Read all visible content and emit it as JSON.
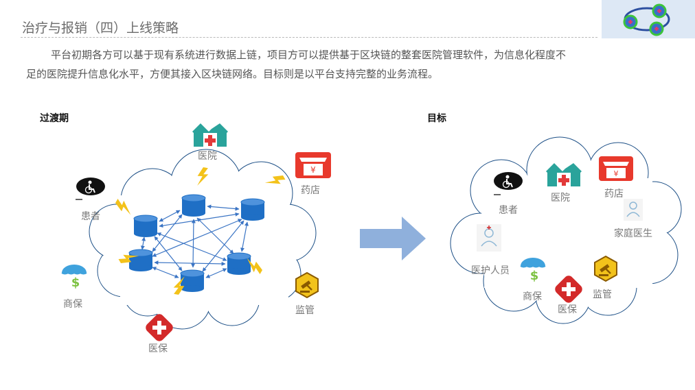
{
  "slide": {
    "title": "治疗与报销（四）上线策略",
    "intro_line1": "平台初期各方可以基于现有系统进行数据上链，项目方可以提供基于区块链的整套医院管理软件，为信息化程度不",
    "intro_line2": "足的医院提升信息化水平，方便其接入区块链网络。目标则是以平台支持完整的业务流程。"
  },
  "transition": {
    "heading": "过渡期",
    "parties": {
      "hospital": "医院",
      "pharmacy": "药店",
      "patient": "患者",
      "commercial_insurance": "商保",
      "regulator": "监管",
      "medical_insurance": "医保"
    }
  },
  "target": {
    "heading": "目标",
    "parties": {
      "patient": "患者",
      "hospital": "医院",
      "pharmacy": "药店",
      "family_doctor": "家庭医生",
      "medical_staff": "医护人员",
      "commercial_insurance": "商保",
      "medical_insurance": "医保",
      "regulator": "监管"
    }
  },
  "colors": {
    "hospital": "#2aa39b",
    "pharmacy": "#e8392c",
    "node": "#1f6fc5",
    "arrow": "#3a74c4",
    "lightning": "#f3c21a",
    "cloud_stroke": "#1c4f86",
    "medical": "#d32a2a",
    "regulator": "#f2c21b",
    "transition_arrow": "#8fb0dc"
  },
  "icons": [
    "hospital-icon",
    "pharmacy-icon",
    "patient-wheelchair-icon",
    "umbrella-dollar-icon",
    "gavel-icon",
    "medical-cross-icon",
    "doctor-icon",
    "lightning-icon",
    "database-node-icon",
    "right-arrow-icon"
  ]
}
